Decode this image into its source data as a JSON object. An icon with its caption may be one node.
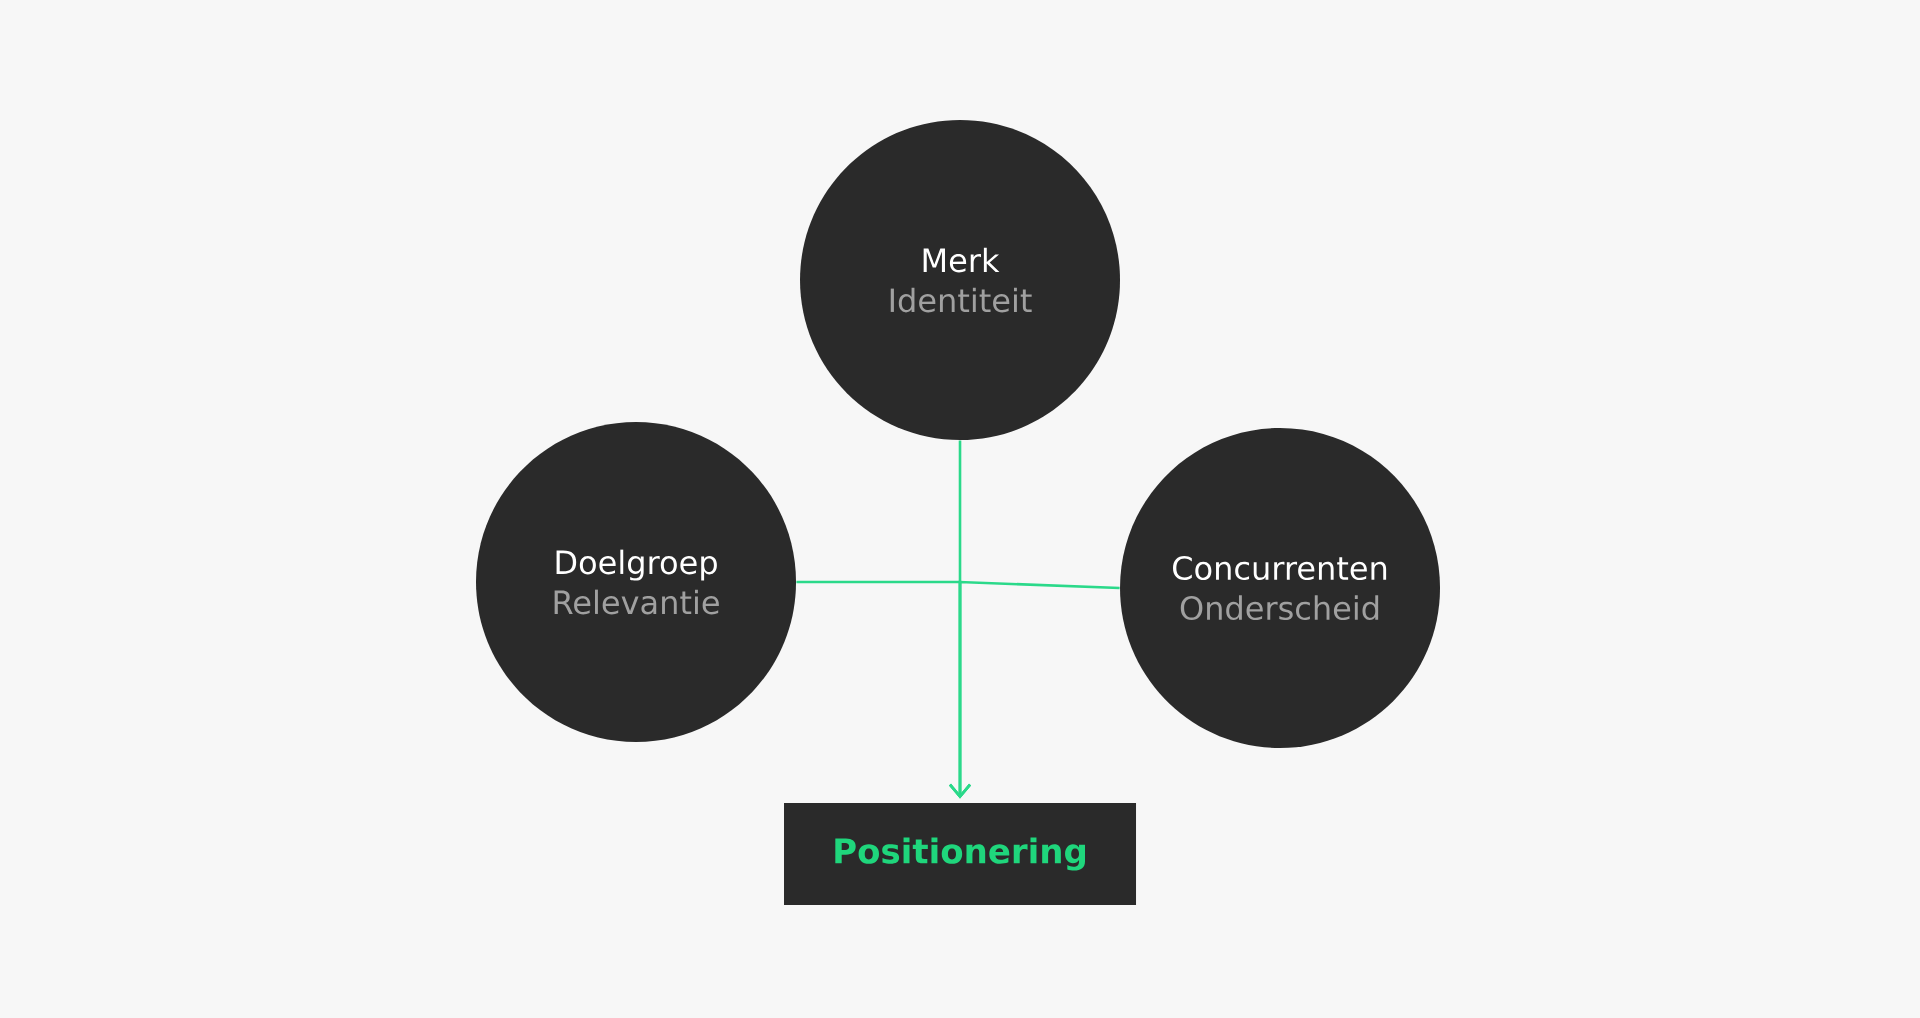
{
  "diagram": {
    "nodes": [
      {
        "text": [
          "Merk",
          "Identiteit"
        ]
      },
      {
        "text": [
          "Doelgroep",
          "Relevantie"
        ]
      },
      {
        "text": [
          "Concurrenten",
          "Onderscheid"
        ]
      },
      {
        "text": [
          "Positionering"
        ]
      }
    ],
    "edges": [
      {
        "from": 0,
        "to": 3,
        "arrow": "to"
      },
      {
        "from": 1,
        "to": 3,
        "arrow": "to"
      },
      {
        "from": 2,
        "to": 3,
        "arrow": "to"
      }
    ]
  }
}
